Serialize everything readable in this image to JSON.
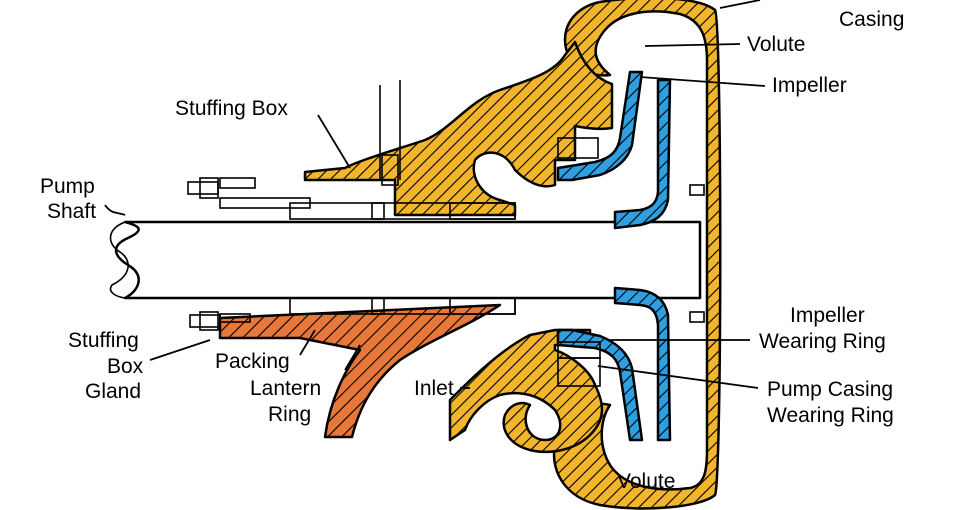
{
  "colors": {
    "casing": "#f2b52b",
    "impeller": "#2e9fe0",
    "gland": "#e8773a",
    "outline": "#000000",
    "background": "#ffffff"
  },
  "labels": {
    "casing": "Casing",
    "volute_top": "Volute",
    "impeller": "Impeller",
    "stuffing_box": "Stuffing Box",
    "pump_shaft_line1": "Pump",
    "pump_shaft_line2": "Shaft",
    "impeller_wearing_ring_line1": "Impeller",
    "impeller_wearing_ring_line2": "Wearing Ring",
    "stuffing_box_gland_line1": "Stuffing",
    "stuffing_box_gland_line2": "Box",
    "stuffing_box_gland_line3": "Gland",
    "packing": "Packing",
    "lantern_ring_line1": "Lantern",
    "lantern_ring_line2": "Ring",
    "inlet": "Inlet",
    "pump_casing_wearing_ring_line1": "Pump Casing",
    "pump_casing_wearing_ring_line2": "Wearing Ring",
    "volute_bottom": "Volute"
  }
}
